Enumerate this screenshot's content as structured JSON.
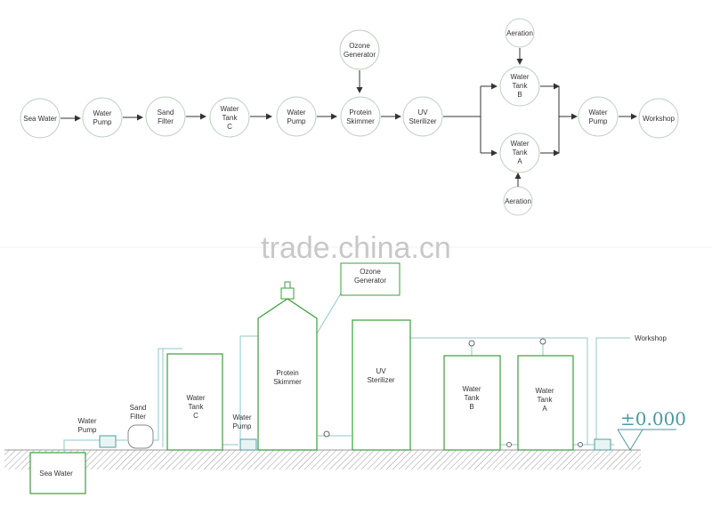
{
  "flow_nodes": {
    "sea_water": "Sea Water",
    "water_pump_1": [
      "Water",
      "Pump"
    ],
    "sand_filter": [
      "Sand",
      "Filter"
    ],
    "water_tank_c": [
      "Water",
      "Tank",
      "C"
    ],
    "water_pump_2": [
      "Water",
      "Pump"
    ],
    "ozone_generator": [
      "Ozone",
      "Generator"
    ],
    "protein_skimmer": [
      "Protein",
      "Skimmer"
    ],
    "uv_sterilizer": [
      "UV",
      "Sterilizer"
    ],
    "aeration_top": "Aeration",
    "water_tank_b": [
      "Water",
      "Tank",
      "B"
    ],
    "water_tank_a": [
      "Water",
      "Tank",
      "A"
    ],
    "aeration_bottom": "Aeration",
    "water_pump_3": [
      "Water",
      "Pump"
    ],
    "workshop": "Workshop"
  },
  "watermark": "trade.china.cn",
  "layout_labels": {
    "sea_water": "Sea Water",
    "water_pump_1": [
      "Water",
      "Pump"
    ],
    "sand_filter": [
      "Sand",
      "Filter"
    ],
    "water_tank_c": [
      "Water",
      "Tank",
      "C"
    ],
    "water_pump_2": [
      "Water",
      "Pump"
    ],
    "protein_skimmer": [
      "Protein",
      "Skimmer"
    ],
    "ozone_generator": [
      "Ozone",
      "Generator"
    ],
    "uv_sterilizer": [
      "UV",
      "Sterilizer"
    ],
    "water_tank_b": [
      "Water",
      "Tank",
      "B"
    ],
    "water_tank_a": [
      "Water",
      "Tank",
      "A"
    ],
    "workshop": "Workshop",
    "datum": "±0.000"
  },
  "colors": {
    "tank_stroke": "#3aa03a",
    "pipe": "#8fc8c8",
    "node_stroke": "#bfcfc4",
    "watermark": "#c8c8c8"
  }
}
